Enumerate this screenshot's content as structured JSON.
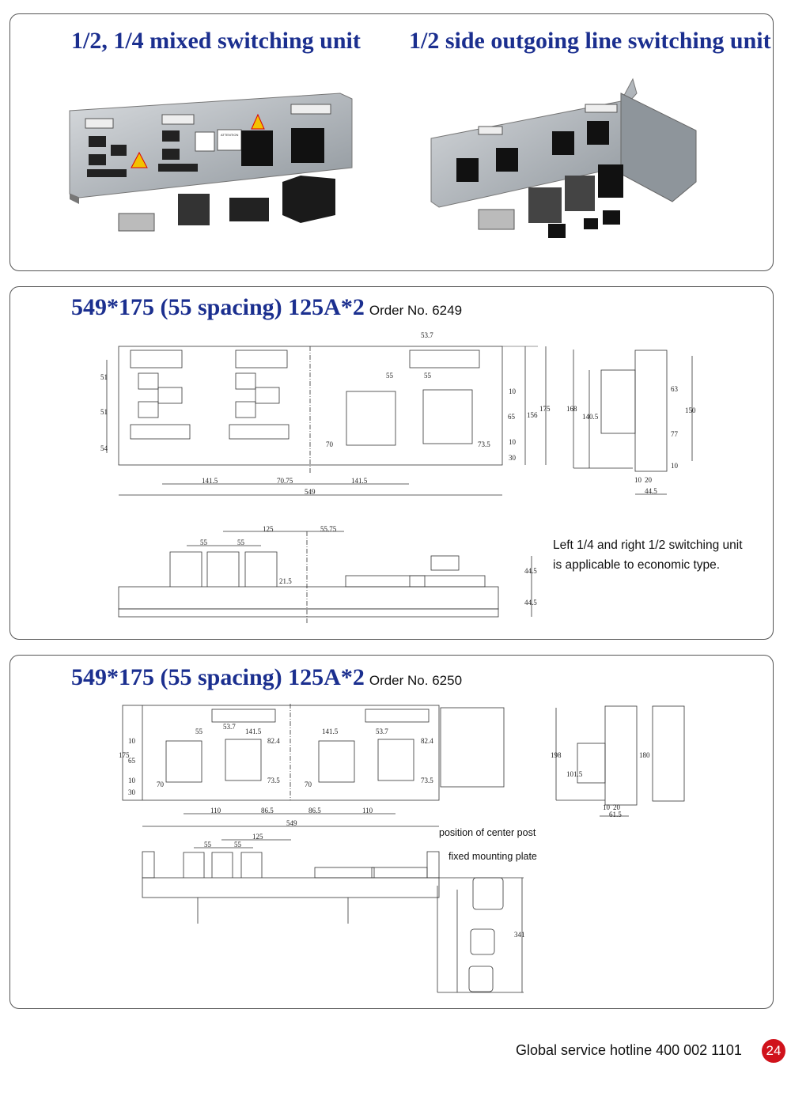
{
  "section1": {
    "left_title": "1/2, 1/4 mixed switching unit",
    "right_title": "1/2 side outgoing line switching unit",
    "left_photo_label": "ATTENTION"
  },
  "section2": {
    "title": "549*175 (55 spacing)  125A*2",
    "order": "Order No. 6249",
    "note_line1": "Left 1/4 and right 1/2 switching unit",
    "note_line2": "is applicable to economic type.",
    "dims": {
      "d53_7": "53.7",
      "d55a": "55",
      "d55b": "55",
      "d51a": "51",
      "d51b": "51",
      "d54": "54",
      "d70": "70",
      "d73_5": "73.5",
      "d10a": "10",
      "d10b": "10",
      "d65": "65",
      "d30": "30",
      "d156": "156",
      "d175": "175",
      "d141_5a": "141.5",
      "d70_75": "70.75",
      "d141_5b": "141.5",
      "d549": "549",
      "side_168": "168",
      "side_140_5": "140.5",
      "side_63": "63",
      "side_150": "150",
      "side_77": "77",
      "side_10": "10",
      "side_10b": "10",
      "side_20": "20",
      "side_44_5": "44.5",
      "front_125": "125",
      "front_55_75": "55.75",
      "front_55a": "55",
      "front_55b": "55",
      "front_21_5": "21.5",
      "front_44_5a": "44.5",
      "front_44_5b": "44.5"
    }
  },
  "section3": {
    "title": "549*175 (55 spacing)  125A*2",
    "order": "Order No. 6250",
    "callout_center_post": "position of center post",
    "callout_mounting_plate": "fixed mounting plate",
    "dims": {
      "d175": "175",
      "d10a": "10",
      "d65": "65",
      "d10b": "10",
      "d30": "30",
      "d70a": "70",
      "d55": "55",
      "d53_7a": "53.7",
      "d141_5a": "141.5",
      "d141_5b": "141.5",
      "d53_7b": "53.7",
      "d82_4a": "82.4",
      "d73_5a": "73.5",
      "d70b": "70",
      "d82_4b": "82.4",
      "d73_5b": "73.5",
      "d110a": "110",
      "d86_5a": "86.5",
      "d86_5b": "86.5",
      "d110b": "110",
      "d549": "549",
      "side_198": "198",
      "side_101_5": "101.5",
      "side_180": "180",
      "side_10": "10",
      "side_20": "20",
      "side_61_5": "61.5",
      "front_125": "125",
      "front_55a": "55",
      "front_55b": "55",
      "post_341": "341"
    }
  },
  "footer": {
    "hotline": "Global service hotline 400 002 1101",
    "page_number": "24"
  }
}
